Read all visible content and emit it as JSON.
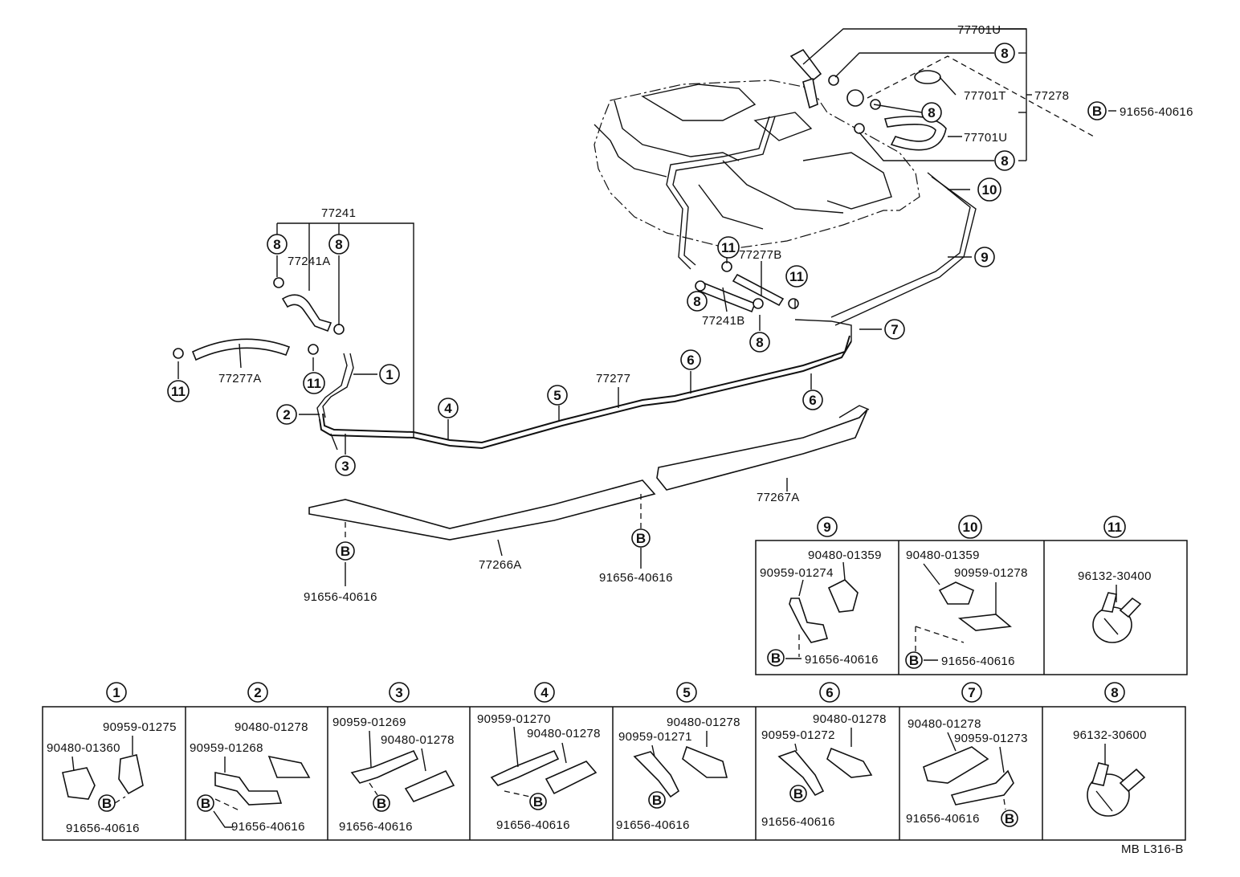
{
  "diagram_id": "MB L316-B",
  "part_labels": {
    "p77701U_top": "77701U",
    "p77701T": "77701T",
    "p77278": "77278",
    "p77701U_mid": "77701U",
    "p91656_tr": "91656-40616",
    "p77241": "77241",
    "p77241A": "77241A",
    "p77277B": "77277B",
    "p77241B": "77241B",
    "p77277A": "77277A",
    "p77277": "77277",
    "p77267A": "77267A",
    "p77266A": "77266A",
    "p91656_l": "91656-40616",
    "p91656_m": "91656-40616"
  },
  "callout_symbols": {
    "c1": "1",
    "c2": "2",
    "c3": "3",
    "c4": "4",
    "c5": "5",
    "c6": "6",
    "c7": "7",
    "c8": "8",
    "c9": "9",
    "c10": "10",
    "c11": "11",
    "b": "B"
  },
  "detail_panels": [
    {
      "num": "1",
      "parts": [
        "90959-01275",
        "90480-01360",
        "91656-40616"
      ]
    },
    {
      "num": "2",
      "parts": [
        "90480-01278",
        "90959-01268",
        "91656-40616"
      ]
    },
    {
      "num": "3",
      "parts": [
        "90959-01269",
        "90480-01278",
        "91656-40616"
      ]
    },
    {
      "num": "4",
      "parts": [
        "90959-01270",
        "90480-01278",
        "91656-40616"
      ]
    },
    {
      "num": "5",
      "parts": [
        "90480-01278",
        "90959-01271",
        "91656-40616"
      ]
    },
    {
      "num": "6",
      "parts": [
        "90480-01278",
        "90959-01272",
        "91656-40616"
      ]
    },
    {
      "num": "7",
      "parts": [
        "90480-01278",
        "90959-01273",
        "91656-40616"
      ]
    },
    {
      "num": "8",
      "parts": [
        "96132-30600"
      ]
    },
    {
      "num": "9",
      "parts": [
        "90480-01359",
        "90959-01274",
        "91656-40616"
      ]
    },
    {
      "num": "10",
      "parts": [
        "90480-01359",
        "90959-01278",
        "91656-40616"
      ]
    },
    {
      "num": "11",
      "parts": [
        "96132-30400"
      ]
    }
  ]
}
